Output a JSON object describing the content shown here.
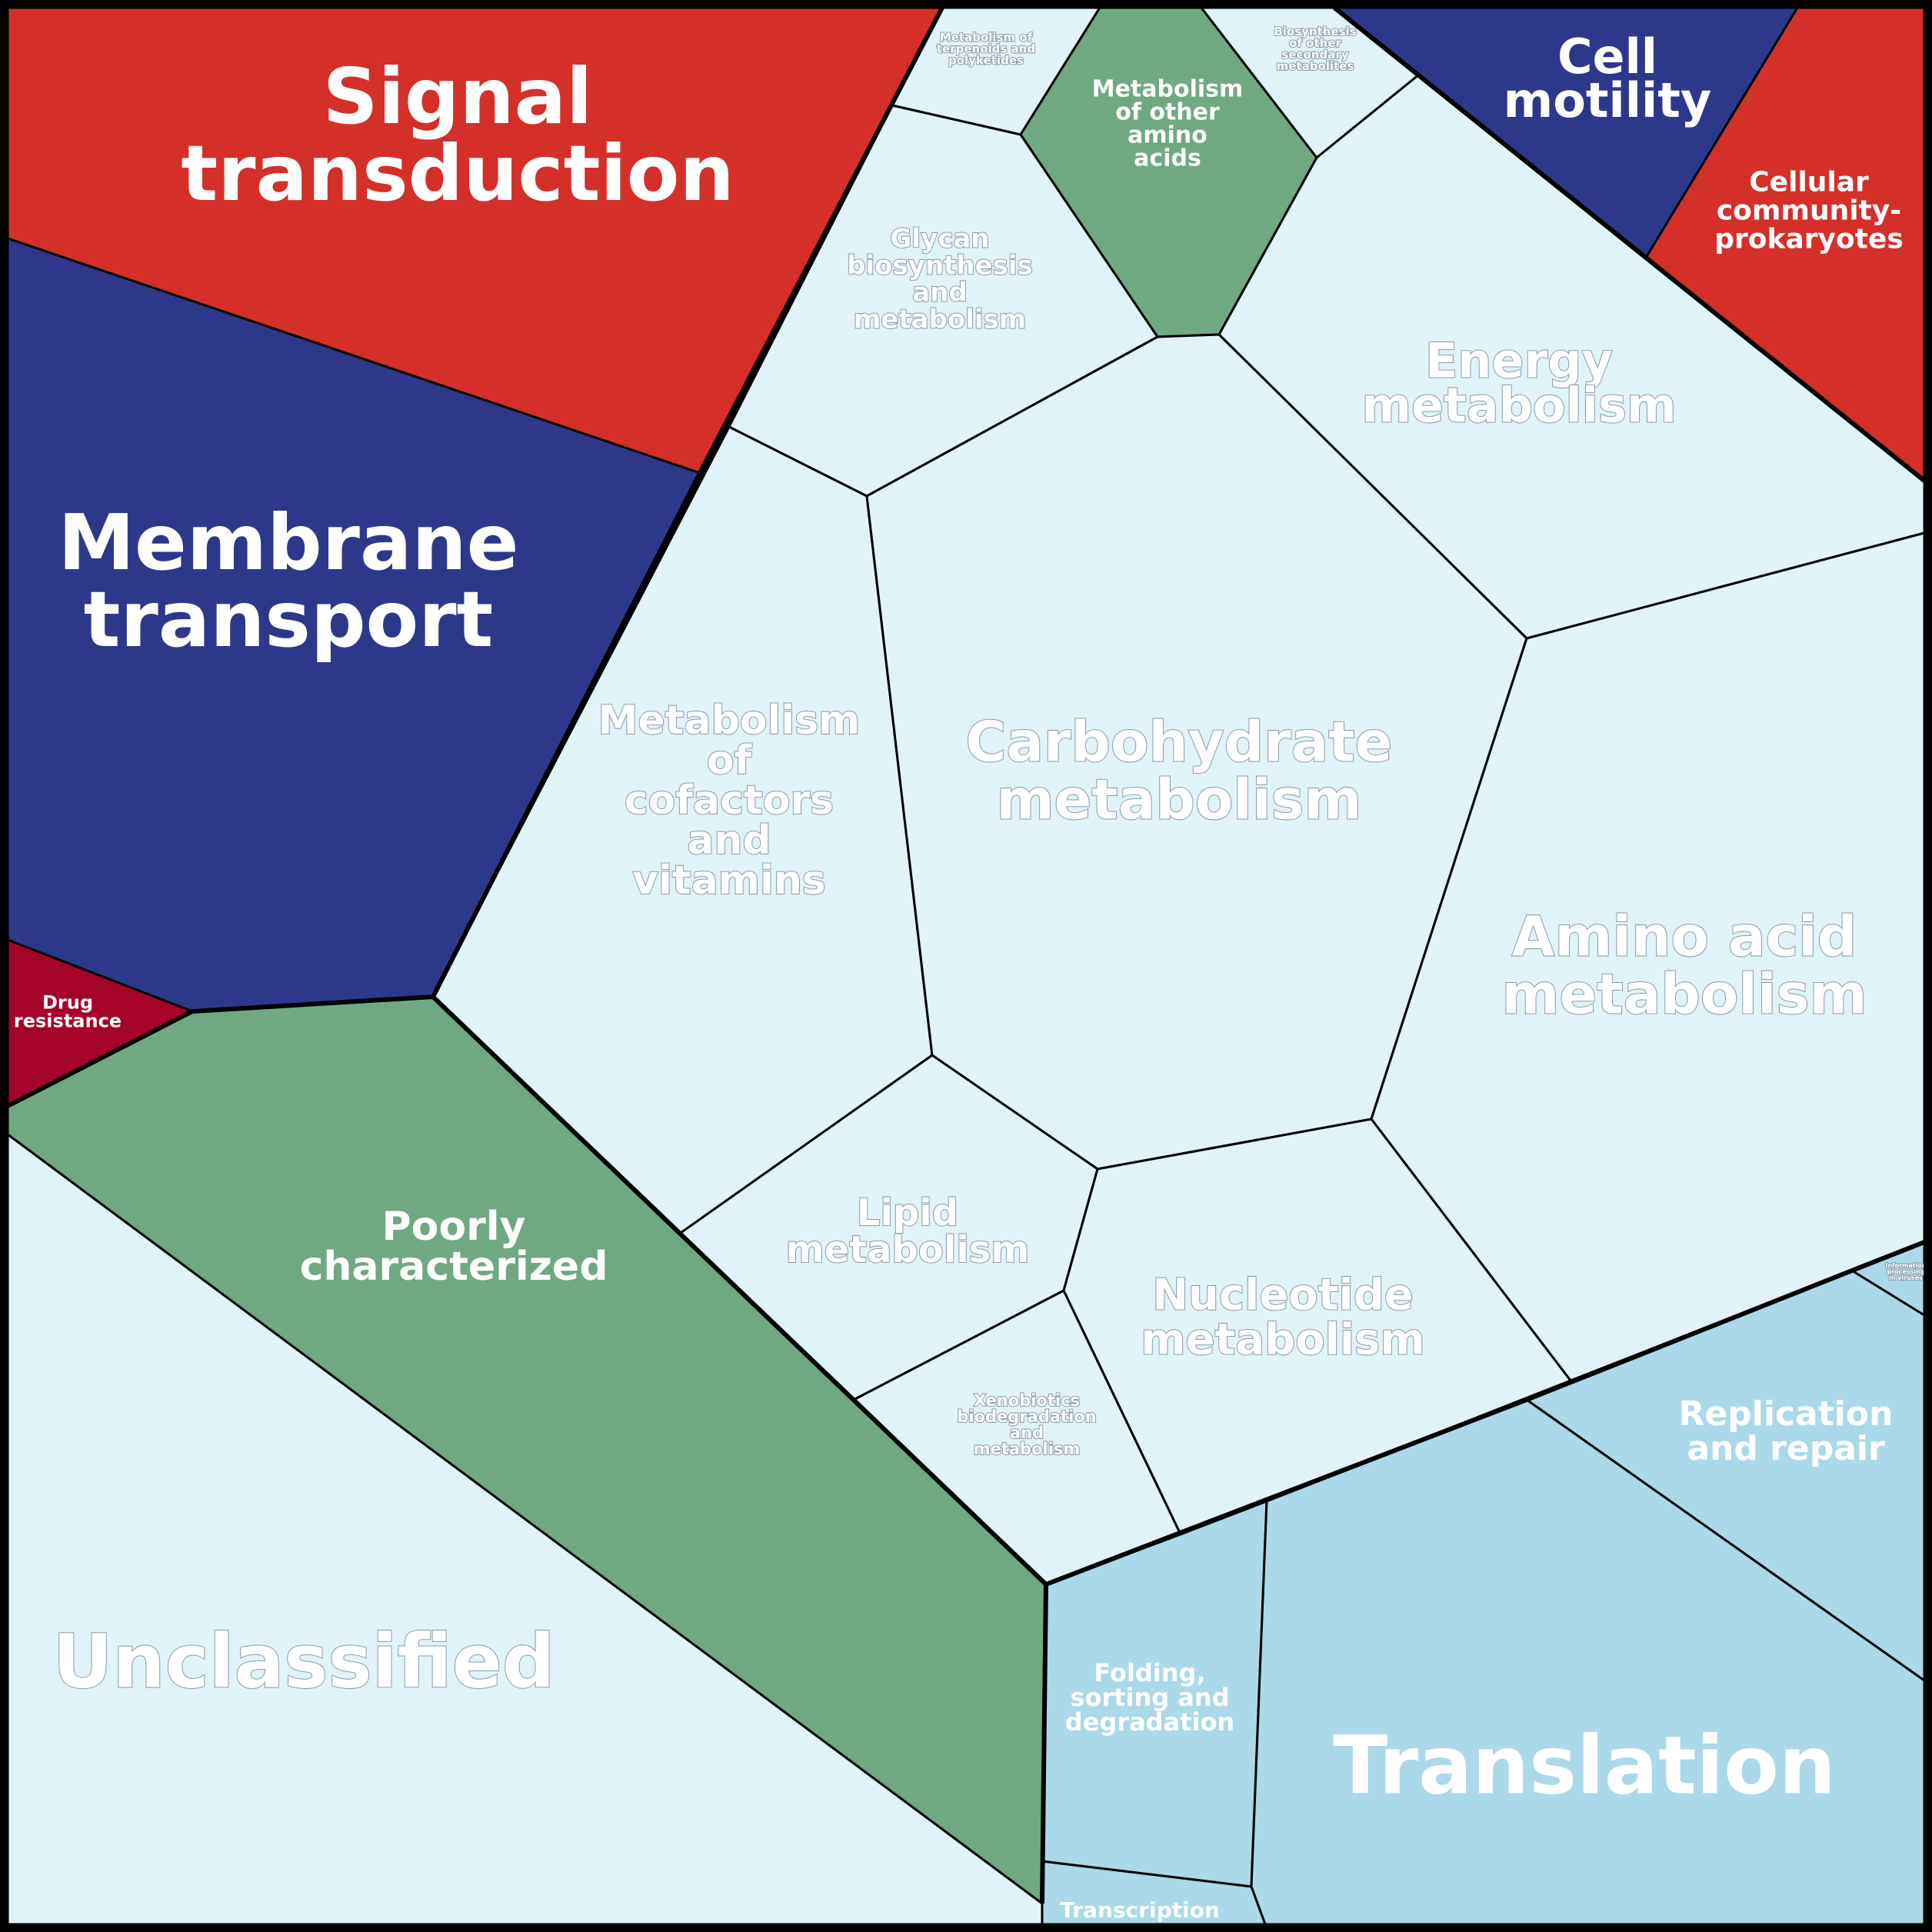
{
  "chart_data": {
    "type": "voronoi-treemap",
    "colors": {
      "signal_red": "#d52f2a",
      "motility_blue": "#2e388b",
      "drug_red": "#a6032b",
      "green": "#70a882",
      "pale_blue": "#e0f3f8",
      "genetic_blue": "#abd9e9",
      "border": "#000000"
    },
    "cells": [
      {
        "id": "signal-transduction",
        "label": [
          "Signal",
          "transduction"
        ]
      },
      {
        "id": "membrane-transport",
        "label": [
          "Membrane",
          "transport"
        ]
      },
      {
        "id": "drug-resistance",
        "label": [
          "Drug",
          "resistance"
        ]
      },
      {
        "id": "poorly-characterized",
        "label": [
          "Poorly",
          "characterized"
        ]
      },
      {
        "id": "unclassified",
        "label": [
          "Unclassified"
        ]
      },
      {
        "id": "metabolism-terpenoids",
        "label": [
          "Metabolism of",
          "terpenoids and",
          "polyketides"
        ]
      },
      {
        "id": "metabolism-other-amino-acids",
        "label": [
          "Metabolism",
          "of other",
          "amino",
          "acids"
        ]
      },
      {
        "id": "biosynthesis-secondary",
        "label": [
          "Biosynthesis",
          "of other",
          "secondary",
          "metabolites"
        ]
      },
      {
        "id": "cell-motility",
        "label": [
          "Cell",
          "motility"
        ]
      },
      {
        "id": "cellular-community",
        "label": [
          "Cellular",
          "community-",
          "prokaryotes"
        ]
      },
      {
        "id": "glycan",
        "label": [
          "Glycan",
          "biosynthesis",
          "and",
          "metabolism"
        ]
      },
      {
        "id": "energy",
        "label": [
          "Energy",
          "metabolism"
        ]
      },
      {
        "id": "cofactors",
        "label": [
          "Metabolism",
          "of",
          "cofactors",
          "and",
          "vitamins"
        ]
      },
      {
        "id": "carbohydrate",
        "label": [
          "Carbohydrate",
          "metabolism"
        ]
      },
      {
        "id": "amino-acid",
        "label": [
          "Amino acid",
          "metabolism"
        ]
      },
      {
        "id": "lipid",
        "label": [
          "Lipid",
          "metabolism"
        ]
      },
      {
        "id": "nucleotide",
        "label": [
          "Nucleotide",
          "metabolism"
        ]
      },
      {
        "id": "xenobiotics",
        "label": [
          "Xenobiotics",
          "biodegradation",
          "and",
          "metabolism"
        ]
      },
      {
        "id": "replication",
        "label": [
          "Replication",
          "and repair"
        ]
      },
      {
        "id": "info-processing",
        "label": [
          "Information",
          "processing",
          "in viruses"
        ]
      },
      {
        "id": "folding",
        "label": [
          "Folding,",
          "sorting and",
          "degradation"
        ]
      },
      {
        "id": "translation",
        "label": [
          "Translation"
        ]
      },
      {
        "id": "transcription",
        "label": [
          "Transcription"
        ]
      }
    ]
  }
}
